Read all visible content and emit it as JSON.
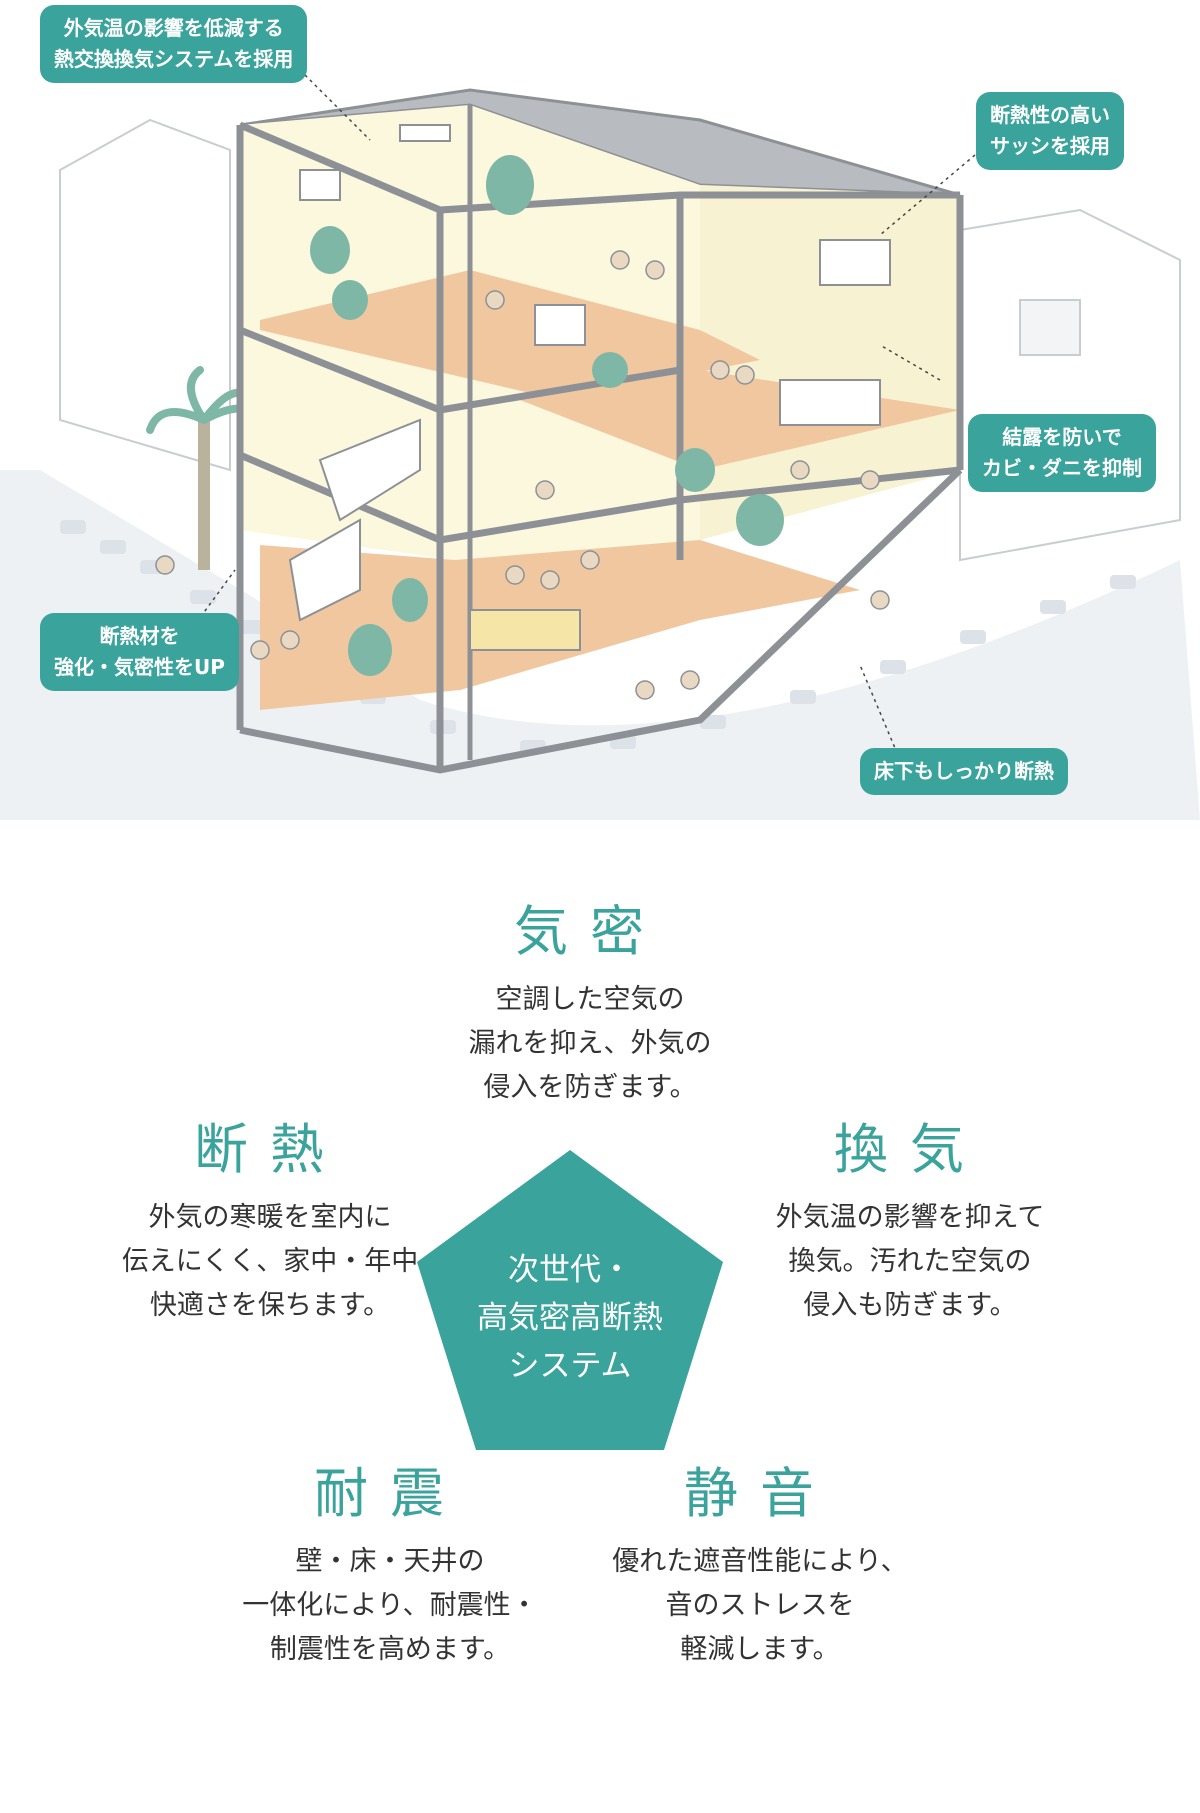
{
  "callouts": {
    "ventilation": [
      "外気温の影響を低減する",
      "熱交換換気システムを採用"
    ],
    "sash": [
      "断熱性の高い",
      "サッシを採用"
    ],
    "condensation": [
      "結露を防いで",
      "カビ・ダニを抑制"
    ],
    "insulation": [
      "断熱材を",
      "強化・気密性をUP"
    ],
    "floor": [
      "床下もしっかり断熱"
    ]
  },
  "center": {
    "lines": [
      "次世代・",
      "高気密高断熱",
      "システム"
    ],
    "color": "#3aa39c"
  },
  "features": {
    "airtight": {
      "title": "気密",
      "lines": [
        "空調した空気の",
        "漏れを抑え、外気の",
        "侵入を防ぎます。"
      ]
    },
    "insulation": {
      "title": "断熱",
      "lines": [
        "外気の寒暖を室内に",
        "伝えにくく、家中・年中",
        "快適さを保ちます。"
      ]
    },
    "ventilation": {
      "title": "換気",
      "lines": [
        "外気温の影響を抑えて",
        "換気。汚れた空気の",
        "侵入も防ぎます。"
      ]
    },
    "seismic": {
      "title": "耐震",
      "lines": [
        "壁・床・天井の",
        "一体化により、耐震性・",
        "制震性を高めます。"
      ]
    },
    "quiet": {
      "title": "静音",
      "lines": [
        "優れた遮音性能により、",
        "音のストレスを",
        "軽減します。"
      ]
    }
  }
}
